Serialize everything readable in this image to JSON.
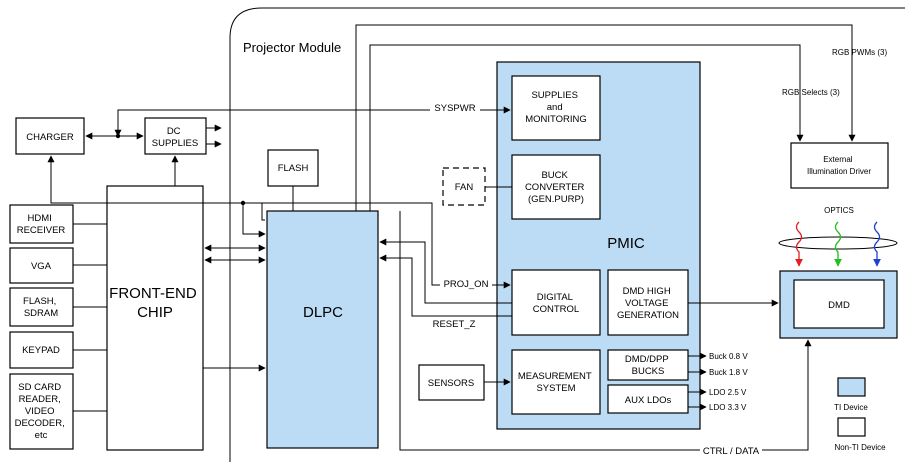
{
  "module_title": "Projector Module",
  "blocks": {
    "charger": "CHARGER",
    "dc_supplies": [
      "DC",
      "SUPPLIES"
    ],
    "flash_top": "FLASH",
    "hdmi": [
      "HDMI",
      "RECEIVER"
    ],
    "vga": "VGA",
    "flash_sdram": [
      "FLASH,",
      "SDRAM"
    ],
    "keypad": "KEYPAD",
    "sdcard": [
      "SD CARD",
      "READER,",
      "VIDEO",
      "DECODER,",
      "etc"
    ],
    "frontend": [
      "FRONT-END",
      "CHIP"
    ],
    "dlpc": "DLPC",
    "fan": "FAN",
    "sensors": "SENSORS",
    "pmic": "PMIC",
    "supplies_mon": [
      "SUPPLIES",
      "and",
      "MONITORING"
    ],
    "buck_conv": [
      "BUCK",
      "CONVERTER",
      "(GEN.PURP)"
    ],
    "digital_control": [
      "DIGITAL",
      "CONTROL"
    ],
    "dmd_hv": [
      "DMD HIGH",
      "VOLTAGE",
      "GENERATION"
    ],
    "measurement": [
      "MEASUREMENT",
      "SYSTEM"
    ],
    "dmd_dpp_bucks": [
      "DMD/DPP",
      "BUCKS"
    ],
    "aux_ldos": "AUX LDOs",
    "ext_illum": [
      "External",
      "Illumination Driver"
    ],
    "optics": "OPTICS",
    "dmd": "DMD"
  },
  "signals": {
    "syspwr": "SYSPWR",
    "proj_on": "PROJ_ON",
    "reset_z": "RESET_Z",
    "ctrl_data": "CTRL / DATA",
    "rgb_pwms": "RGB PWMs (3)",
    "rgb_selects": "RGB Selects (3)",
    "buck_08": "Buck 0.8 V",
    "buck_18": "Buck 1.8 V",
    "ldo_25": "LDO 2.5 V",
    "ldo_33": "LDO 3.3 V"
  },
  "legend": {
    "ti": "TI Device",
    "non_ti": "Non-TI Device"
  },
  "colors": {
    "ti_fill": "#bcdcf6",
    "beam_red": "#e02020",
    "beam_green": "#20c020",
    "beam_blue": "#2040d0"
  }
}
